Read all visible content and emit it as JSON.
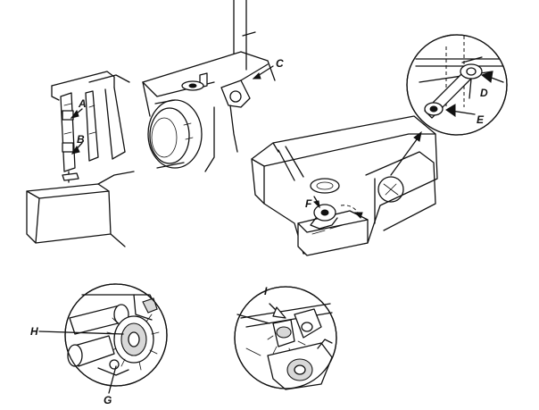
{
  "callouts": {
    "a": "A",
    "b": "B",
    "c": "C",
    "d": "D",
    "e": "E",
    "f": "F",
    "g": "G",
    "h": "H",
    "i": "I"
  },
  "icons": {
    "presser_foot": "presser-foot-assembly",
    "handwheel": "handwheel",
    "machine_bed": "sewing-machine-free-arm",
    "detail_d_e": "magnified-rod-detail",
    "detail_g_h": "magnified-gear-detail",
    "detail_i": "magnified-bobbin-area-detail"
  },
  "colors": {
    "line": "#111111",
    "background": "#ffffff",
    "shade": "#d8d8d8"
  }
}
